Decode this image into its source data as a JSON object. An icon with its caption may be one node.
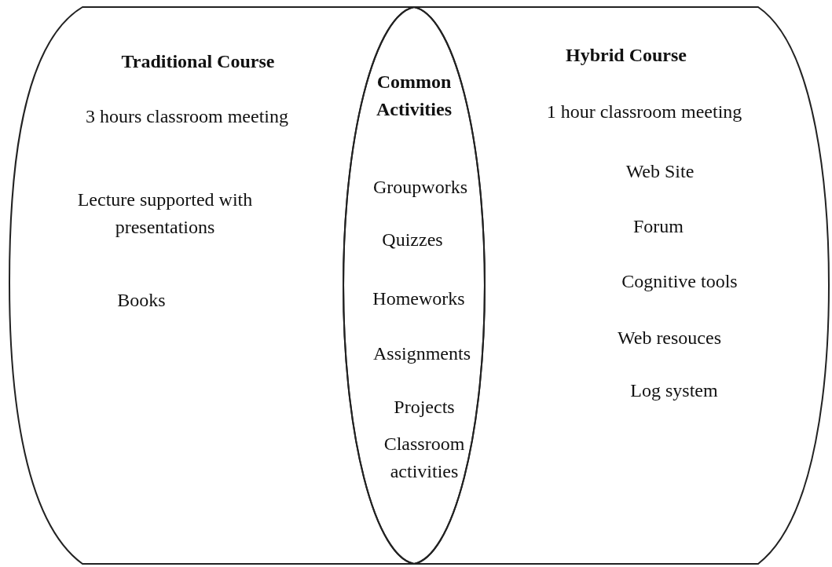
{
  "diagram": {
    "nodes": [
      {
        "text": [
          "Traditional Course",
          "3 hours classroom meeting",
          "Lecture supported with presentations",
          "Books"
        ]
      },
      {
        "text": [
          "Common Activities",
          "Groupworks",
          "Quizzes",
          "Homeworks",
          "Assignments",
          "Projects",
          "Classroom activities"
        ]
      },
      {
        "text": [
          "Hybrid Course",
          "1 hour classroom meeting",
          "Web Site",
          "Forum",
          "Cognitive tools",
          "Web resouces",
          "Log system"
        ]
      }
    ],
    "edges": []
  }
}
